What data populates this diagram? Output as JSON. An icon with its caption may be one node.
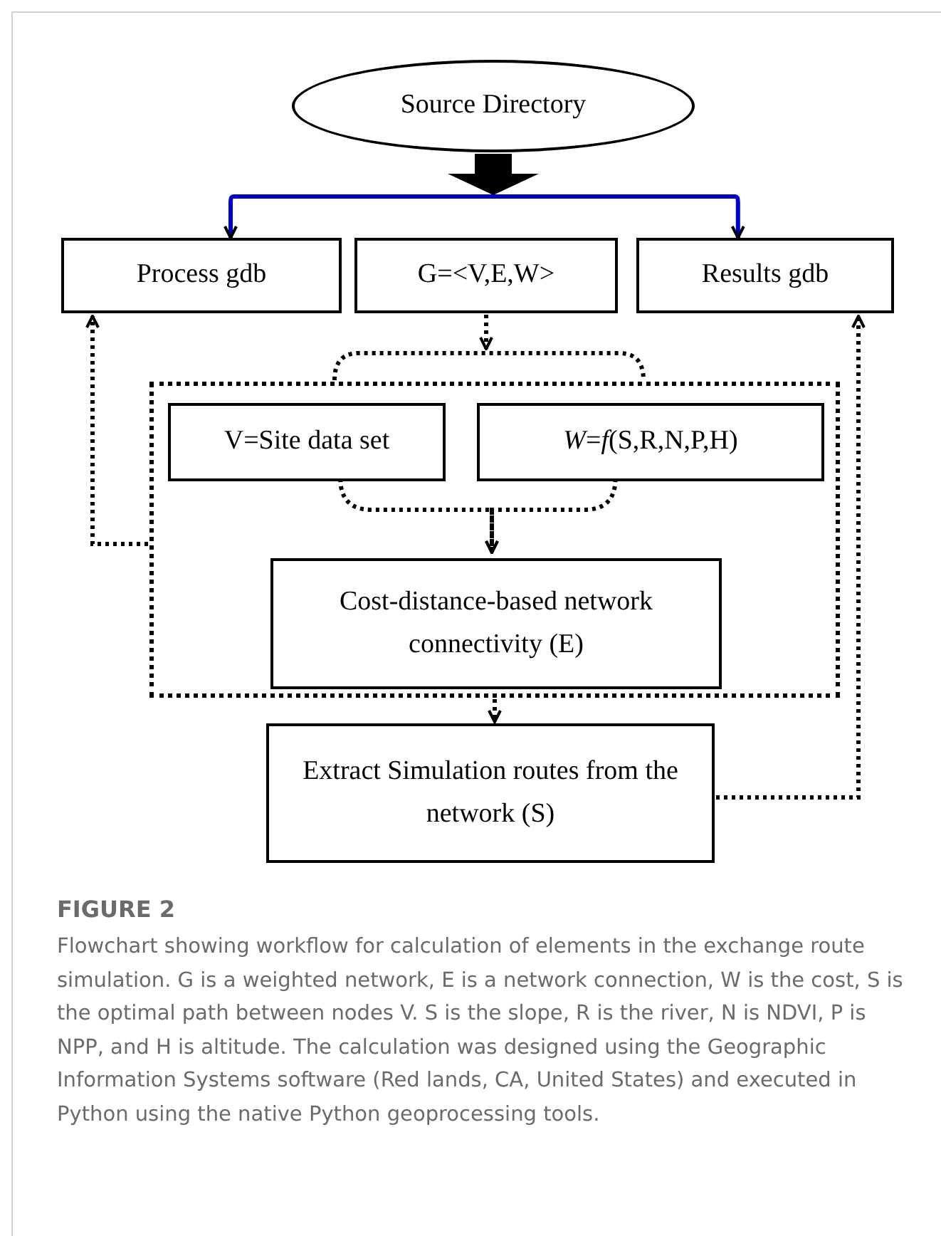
{
  "diagram": {
    "title": "FIGURE 2",
    "caption": "Flowchart showing workflow for calculation of elements in the exchange route simulation. G is a weighted network, E is a network connection, W is the cost, S is the optimal path between nodes V. S is the slope, R is the river, N is NDVI, P is NPP, and H is altitude. The calculation was designed using the Geographic Information Systems software (Red lands, CA, United States) and executed in Python using the native Python geoprocessing tools.",
    "nodes": [
      {
        "text": [
          "Source Directory"
        ]
      },
      {
        "text": [
          "Process gdb"
        ]
      },
      {
        "text": [
          "G=<V,E,W>"
        ]
      },
      {
        "text": [
          "Results gdb"
        ]
      },
      {
        "text": [],
        "shape": "box"
      },
      {
        "text": [
          "V=Site data set"
        ],
        "in": 4
      },
      {
        "text": [
          "*W*=*f*(S,R,N,P,H)"
        ],
        "in": 4
      },
      {
        "text": [
          "Cost-distance-based network connectivity (E)"
        ],
        "in": 4
      },
      {
        "text": [
          "Extract Simulation routes from the network (S)"
        ]
      }
    ],
    "edges": [
      {
        "from": 0,
        "to": 1,
        "arrow": "to",
        "color": "#0000cc"
      },
      {
        "from": 0,
        "to": 3,
        "arrow": "to",
        "color": "#0000cc"
      },
      {
        "from": 2,
        "to": 4,
        "arrow": "to",
        "style": "dashed"
      },
      {
        "from": 5,
        "to": 7,
        "arrow": "to",
        "style": "dashed"
      },
      {
        "from": 6,
        "to": 7,
        "arrow": "to",
        "style": "dashed"
      },
      {
        "from": 4,
        "to": 1,
        "arrow": "to",
        "style": "dashed"
      },
      {
        "from": 4,
        "to": 8,
        "arrow": "to",
        "style": "dashed"
      },
      {
        "from": 8,
        "to": 3,
        "arrow": "to",
        "style": "dashed"
      }
    ]
  }
}
